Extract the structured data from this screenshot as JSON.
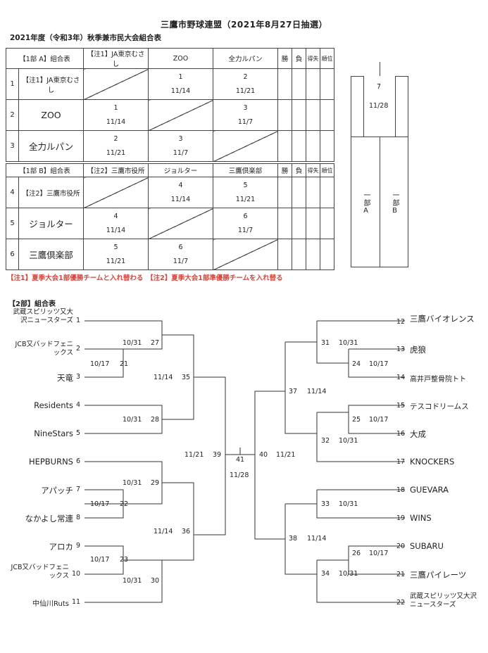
{
  "title": "三鷹市野球連盟（2021年8月27日抽選）",
  "subtitle": "2021年度（令和3年）秋季兼市民大会組合表",
  "tableA": {
    "header": [
      "【1部 A】組合表",
      "【注1】JA東京むさし",
      "ZOO",
      "全力ルパン",
      "勝",
      "負",
      "得失",
      "順位"
    ],
    "rows": [
      {
        "no": "1",
        "name": "【注1】JA東京むさし",
        "cells": [
          null,
          {
            "game": "1",
            "date": "11/14"
          },
          {
            "game": "2",
            "date": "11/21"
          }
        ]
      },
      {
        "no": "2",
        "name": "ZOO",
        "cells": [
          {
            "game": "1",
            "date": "11/14"
          },
          null,
          {
            "game": "3",
            "date": "11/7"
          }
        ]
      },
      {
        "no": "3",
        "name": "全力ルパン",
        "cells": [
          {
            "game": "2",
            "date": "11/21"
          },
          {
            "game": "3",
            "date": "11/7"
          },
          null
        ]
      }
    ]
  },
  "tableB": {
    "header": [
      "【1部 B】組合表",
      "【注2】三鷹市役所",
      "ジョルター",
      "三鷹倶楽部",
      "勝",
      "負",
      "得失",
      "順位"
    ],
    "rows": [
      {
        "no": "4",
        "name": "【注2】三鷹市役所",
        "cells": [
          null,
          {
            "game": "4",
            "date": "11/14"
          },
          {
            "game": "5",
            "date": "11/21"
          }
        ]
      },
      {
        "no": "5",
        "name": "ジョルター",
        "cells": [
          {
            "game": "4",
            "date": "11/14"
          },
          null,
          {
            "game": "6",
            "date": "11/7"
          }
        ]
      },
      {
        "no": "6",
        "name": "三鷹倶楽部",
        "cells": [
          {
            "game": "5",
            "date": "11/21"
          },
          {
            "game": "6",
            "date": "11/7"
          },
          null
        ]
      }
    ]
  },
  "final1": {
    "game": "7",
    "date": "11/28",
    "left": "一部A",
    "right": "一部B"
  },
  "notes": "【注1】夏季大会1部優勝チームと入れ替わる　【注2】夏季大会1部準優勝チームを入れ替る",
  "section2": "【2部】組合表",
  "leftTeams": [
    {
      "no": "1",
      "name": "武蔵スピリッツ又大沢ニュースターズ"
    },
    {
      "no": "2",
      "name": "JCB又バッドフェニックス"
    },
    {
      "no": "3",
      "name": "天竜"
    },
    {
      "no": "4",
      "name": "Residents"
    },
    {
      "no": "5",
      "name": "NineStars"
    },
    {
      "no": "6",
      "name": "HEPBURNS"
    },
    {
      "no": "7",
      "name": "アパッチ"
    },
    {
      "no": "8",
      "name": "なかよし常連"
    },
    {
      "no": "9",
      "name": "アロカ"
    },
    {
      "no": "10",
      "name": "JCB又バッドフェニックス"
    },
    {
      "no": "11",
      "name": "中仙川Ruts"
    }
  ],
  "rightTeams": [
    {
      "no": "12",
      "name": "三鷹バイオレンス"
    },
    {
      "no": "13",
      "name": "虎狼"
    },
    {
      "no": "14",
      "name": "高井戸整骨院トト"
    },
    {
      "no": "15",
      "name": "テスコドリームス"
    },
    {
      "no": "16",
      "name": "大成"
    },
    {
      "no": "17",
      "name": "KNOCKERS"
    },
    {
      "no": "18",
      "name": "GUEVARA"
    },
    {
      "no": "19",
      "name": "WINS"
    },
    {
      "no": "20",
      "name": "SUBARU"
    },
    {
      "no": "21",
      "name": "三鷹パイレーツ"
    },
    {
      "no": "22",
      "name": "武蔵スピリッツ又大沢ニュースターズ"
    }
  ],
  "games": [
    {
      "game": "27",
      "date": "10/31"
    },
    {
      "game": "21",
      "date": "10/17"
    },
    {
      "game": "35",
      "date": "11/14"
    },
    {
      "game": "28",
      "date": "10/31"
    },
    {
      "game": "39",
      "date": "11/21"
    },
    {
      "game": "29",
      "date": "10/31"
    },
    {
      "game": "22",
      "date": "10/17"
    },
    {
      "game": "36",
      "date": "11/14"
    },
    {
      "game": "23",
      "date": "10/17"
    },
    {
      "game": "30",
      "date": "10/31"
    },
    {
      "game": "41",
      "date": "11/28"
    },
    {
      "game": "40",
      "date": "11/21"
    },
    {
      "game": "31",
      "date": "10/31"
    },
    {
      "game": "24",
      "date": "10/17"
    },
    {
      "game": "37",
      "date": "11/14"
    },
    {
      "game": "25",
      "date": "10/17"
    },
    {
      "game": "32",
      "date": "10/31"
    },
    {
      "game": "33",
      "date": "10/31"
    },
    {
      "game": "38",
      "date": "11/14"
    },
    {
      "game": "26",
      "date": "10/17"
    },
    {
      "game": "34",
      "date": "10/31"
    }
  ]
}
